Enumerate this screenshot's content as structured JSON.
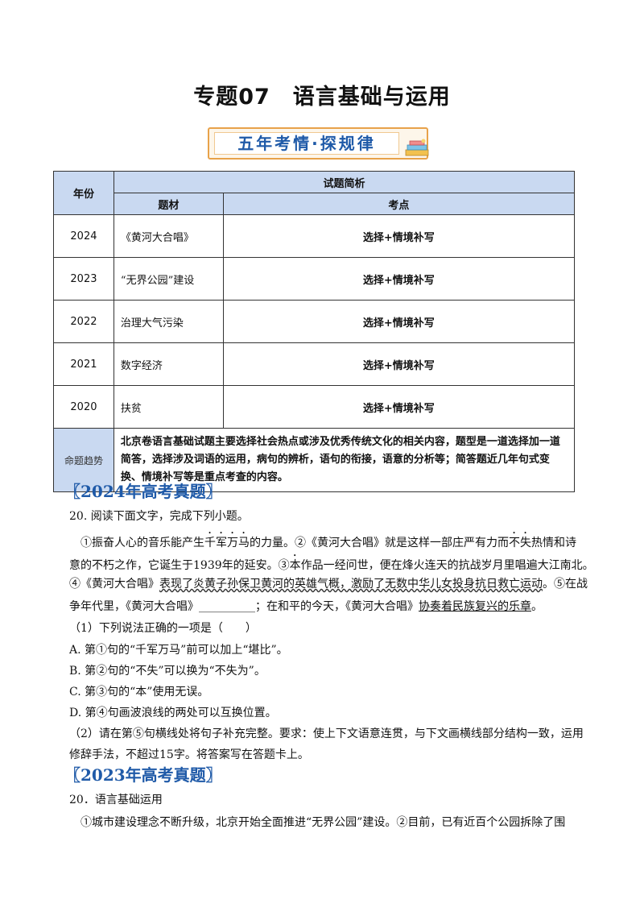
{
  "doc": {
    "title_prefix": "专题07",
    "title_main": "语言基础与运用",
    "banner": "五年考情·探规律"
  },
  "table": {
    "col_year": "年份",
    "col_analysis": "试题简析",
    "col_topic": "题材",
    "col_point": "考点",
    "rows": [
      {
        "year": "2024",
        "topic": "《黄河大合唱》",
        "point": "选择+情境补写"
      },
      {
        "year": "2023",
        "topic": "“无界公园”建设",
        "point": "选择+情境补写"
      },
      {
        "year": "2022",
        "topic": "治理大气污染",
        "point": "选择+情境补写"
      },
      {
        "year": "2021",
        "topic": "数字经济",
        "point": "选择+情境补写"
      },
      {
        "year": "2020",
        "topic": "扶贫",
        "point": "选择+情境补写"
      }
    ],
    "trend_label": "命题趋势",
    "trend_text": "北京卷语言基础试题主要选择社会热点或涉及优秀传统文化的相关内容，题型是一道选择加一道简答，选择涉及词语的运用，病句的辨析，语句的衔接，语意的分析等；简答题近几年句式变换、情境补写等是重点考查的内容。"
  },
  "sec2024": {
    "heading": "〖2024年高考真题〗",
    "q_intro": "20. 阅读下面文字，完成下列小题。",
    "p1_a": "①振奋人心的音乐能产生",
    "p1_dot1": "千军万马",
    "p1_b": "的力量。②《黄河大合唱》就是这样一部庄严有力而",
    "p1_dot2": "不失",
    "p1_c": "热情和诗",
    "p2": "意的不朽之作，它诞生于1939年的延安。③",
    "p2_dot": "本",
    "p2_b": "作品一经问世，便在烽火连天的抗战岁月里唱遍大江南北。",
    "p3_a": "④《黄河大合唱》",
    "p3_w1": "表现了炎黄子孙保卫黄河的英雄气概，激励了无数中华儿女投身抗日救亡运动",
    "p3_b": "。⑤在战",
    "p4_a": "争年代里，《黄河大合唱》",
    "p4_blank": "__________",
    "p4_b": "；在和平的今天，《黄河大合唱》",
    "p4_u": "协奏着民族复兴的乐章",
    "p4_c": "。",
    "sub1": "（1）下列说法正确的一项是（　　）",
    "optA": "A. 第①句的“千军万马”前可以加上“堪比”。",
    "optB": "B. 第②句的“不失”可以换为“不失为”。",
    "optC": "C. 第③句的“本”使用无误。",
    "optD": "D. 第④句画波浪线的两处可以互换位置。",
    "sub2a": "（2）请在第⑤句横线处将句子补充完整。要求：使上下文语意连贯，与下文画横线部分结构一致，运用",
    "sub2b": "修辞手法，不超过15字。将答案写在答题卡上。"
  },
  "sec2023": {
    "heading": "〖2023年高考真题〗",
    "q_intro": "20．语言基础运用",
    "p1": "①城市建设理念不断升级，北京开始全面推进“无界公园”建设。②目前，已有近百个公园拆除了围"
  }
}
